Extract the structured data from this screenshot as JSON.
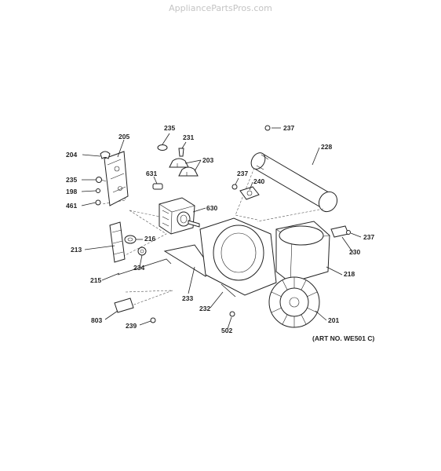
{
  "watermark": "AppliancePartsPros.com",
  "art_number": "(ART NO. WE501 C)",
  "callouts": {
    "c237a": "237",
    "c228": "228",
    "c205": "205",
    "c204": "204",
    "c235a": "235",
    "c231": "231",
    "c203": "203",
    "c235b": "235",
    "c198": "198",
    "c631": "631",
    "c461": "461",
    "c237b": "237",
    "c240": "240",
    "c630": "630",
    "c216": "216",
    "c213": "213",
    "c237c": "237",
    "c230": "230",
    "c234": "234",
    "c215": "215",
    "c218": "218",
    "c233": "233",
    "c232": "232",
    "c803": "803",
    "c239": "239",
    "c502": "502",
    "c201": "201"
  }
}
